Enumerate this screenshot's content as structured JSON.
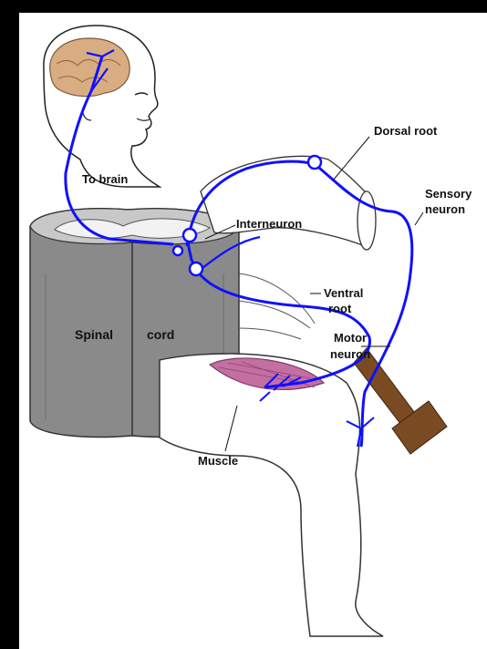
{
  "labels": {
    "to_brain": "To brain",
    "dorsal_root": "Dorsal root",
    "sensory": "Sensory",
    "neuron": "neuron",
    "interneuron": "Interneuron",
    "ventral": "Ventral",
    "root": "root",
    "motor": "Motor",
    "motor_neuron": "neuron",
    "spinal": "Spinal",
    "cord": "cord",
    "muscle": "Muscle"
  },
  "colors": {
    "background": "#000000",
    "panel": "#ffffff",
    "nerve": "#1010ff",
    "brain": "#d9ad82",
    "cord_gray": "#8a8a8a",
    "muscle": "#c46fa1",
    "hammer": "#7a4b22"
  }
}
